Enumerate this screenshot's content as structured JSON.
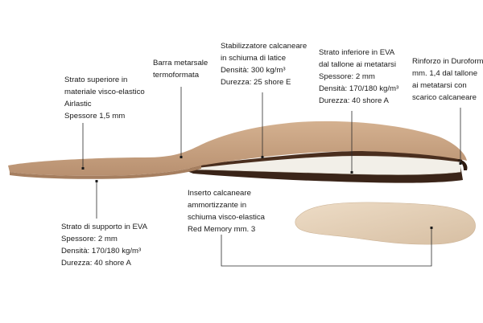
{
  "labels": {
    "top_layer": [
      "Strato superiore in",
      "materiale visco-elastico",
      "Airlastic",
      "Spessore 1,5 mm"
    ],
    "met_bar": [
      "Barra metarsale",
      "termoformata"
    ],
    "heel_stabilizer": [
      "Stabilizzatore calcaneare",
      "in schiuma di latice",
      "Densità: 300 kg/m³",
      "Durezza: 25 shore E"
    ],
    "eva_lower": [
      "Strato inferiore in EVA",
      "dal tallone ai metatarsi",
      "Spessore: 2 mm",
      "Densità: 170/180 kg/m³",
      "Durezza: 40 shore A"
    ],
    "duroform": [
      "Rinforzo in Duroform",
      "mm. 1,4 dal tallone",
      "ai metatarsi con",
      "scarico calcaneare"
    ],
    "support_layer": [
      "Strato di supporto in EVA",
      "Spessore: 2 mm",
      "Densità: 170/180 kg/m³",
      "Durezza: 40 shore A"
    ],
    "heel_insert": [
      "Inserto calcaneare",
      "ammortizzante in",
      "schiuma visco-elastica",
      "Red Memory mm. 3"
    ]
  },
  "colors": {
    "leather_top": "#c9a383",
    "leather_edge": "#b08a6c",
    "dark_layer": "#3a2418",
    "foam": "#f2efe8",
    "insole_bottom": "#e2cdb3",
    "leader": "#2b2b2b"
  }
}
